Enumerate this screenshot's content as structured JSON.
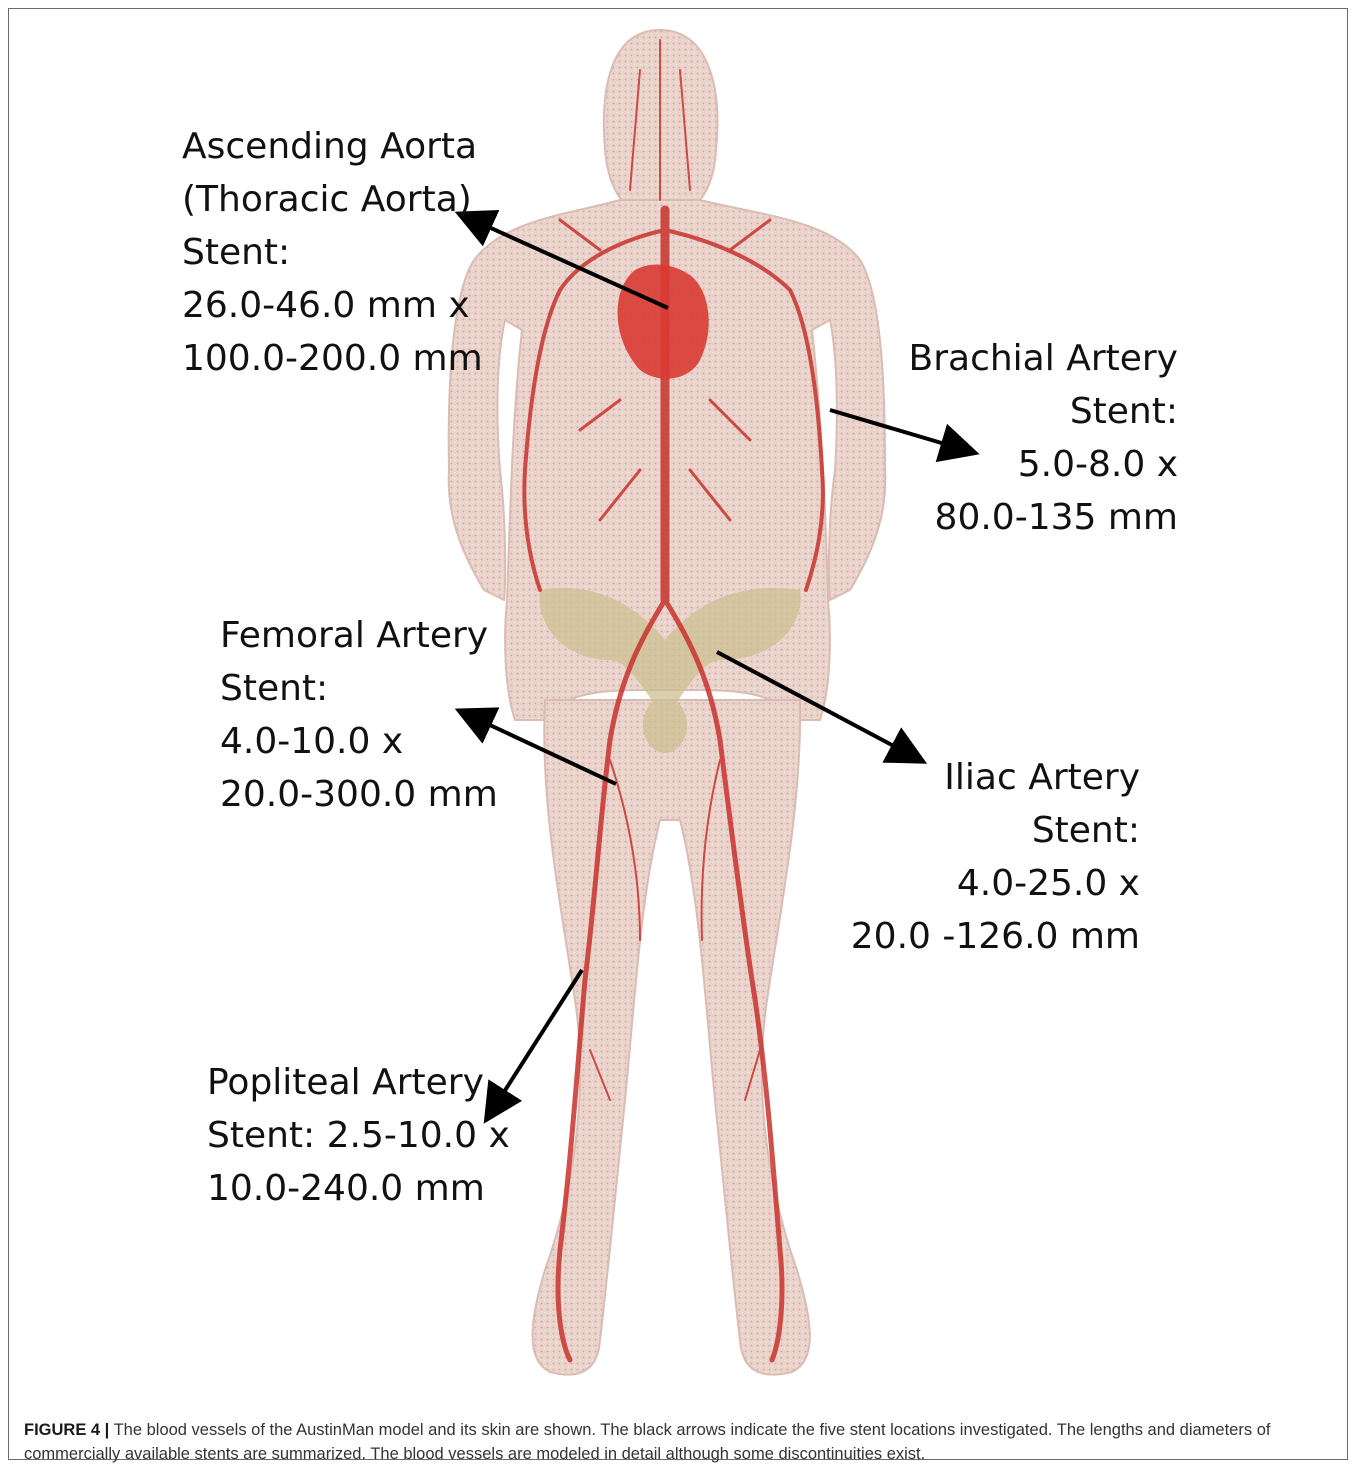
{
  "figure": {
    "labels": {
      "ascending_aorta": [
        "Ascending Aorta",
        "(Thoracic Aorta)",
        "Stent:",
        "26.0-46.0 mm x",
        "100.0-200.0 mm"
      ],
      "brachial_artery": [
        "Brachial Artery",
        "Stent:",
        "5.0-8.0 x",
        "80.0-135 mm"
      ],
      "femoral_artery": [
        "Femoral Artery",
        "Stent:",
        "4.0-10.0  x",
        "20.0-300.0 mm"
      ],
      "iliac_artery": [
        "Iliac Artery",
        "Stent:",
        "4.0-25.0 x",
        "20.0 -126.0 mm"
      ],
      "popliteal_artery": [
        "Popliteal Artery",
        "Stent: 2.5-10.0 x",
        "10.0-240.0 mm"
      ]
    },
    "colors": {
      "skin": "#e8c9c0",
      "vessels": "#c8322c",
      "pelvis": "#c9bd8f",
      "arrow": "#000000"
    }
  },
  "caption": {
    "label": "FIGURE 4 |",
    "text": " The blood vessels of the AustinMan model and its skin are shown. The black arrows indicate the five stent locations investigated. The lengths and diameters of commercially available stents are summarized. The blood vessels are modeled in detail although some discontinuities exist."
  }
}
